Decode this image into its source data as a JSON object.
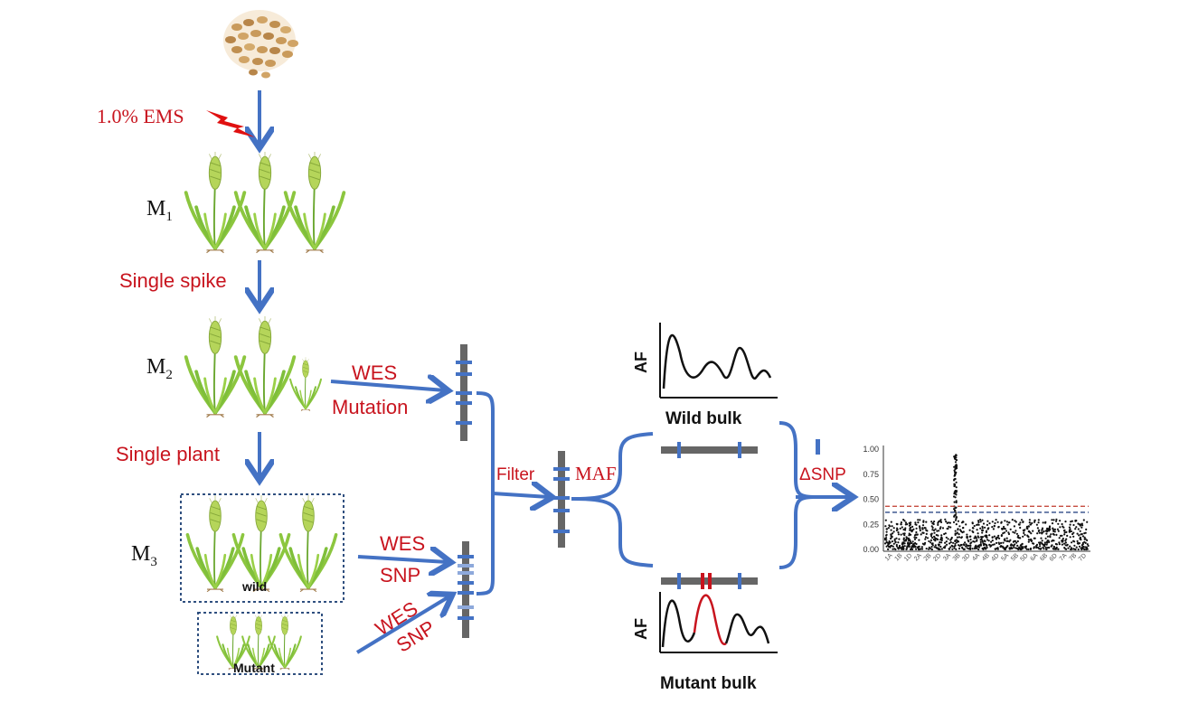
{
  "colors": {
    "arrow": "#4472c4",
    "label_red": "#c8141e",
    "chromosome": "#666666",
    "marker_blue": "#4472c4",
    "marker_light": "#8ea9db",
    "marker_red": "#c8141e",
    "plant_leaf": "#8cc63f",
    "plant_spike": "#a6c94a",
    "box_border": "#2f4f7f",
    "seed": "#c99a5b"
  },
  "icons": {
    "seeds": "wheat-seeds-icon",
    "plant": "wheat-plant-icon",
    "mutagen": "lightning-bolt-icon"
  },
  "labels": {
    "ems": "1.0% EMS",
    "m1": "M",
    "m1_sub": "1",
    "m2": "M",
    "m2_sub": "2",
    "m3": "M",
    "m3_sub": "3",
    "single_spike": "Single spike",
    "single_plant": "Single plant",
    "wes_top": "WES",
    "mutation": "Mutation",
    "wes_mid": "WES",
    "snp_mid": "SNP",
    "wes_low": "WES",
    "snp_low": "SNP",
    "filter": "Filter",
    "maf": "MAF",
    "delta_snp": "ΔSNP",
    "wild": "wild",
    "mutant": "Mutant",
    "af_top": "AF",
    "af_bottom": "AF",
    "wild_bulk": "Wild bulk",
    "mutant_bulk": "Mutant bulk"
  },
  "chart_data": {
    "type": "scatter",
    "y_ticks": [
      "1.00",
      "0.75",
      "0.50",
      "0.25",
      "0.00"
    ],
    "ylim": [
      0,
      1
    ],
    "x_ticks": [
      "1A",
      "1B",
      "1D",
      "2A",
      "2B",
      "2D",
      "3A",
      "3B",
      "3D",
      "4A",
      "4B",
      "4D",
      "5A",
      "5B",
      "5D",
      "6A",
      "6B",
      "6D",
      "7A",
      "7B",
      "7D"
    ],
    "threshold_red": 0.43,
    "threshold_blue": 0.37,
    "peak_chromosome": "3B",
    "peak_max": 0.95,
    "background_max": 0.3
  }
}
